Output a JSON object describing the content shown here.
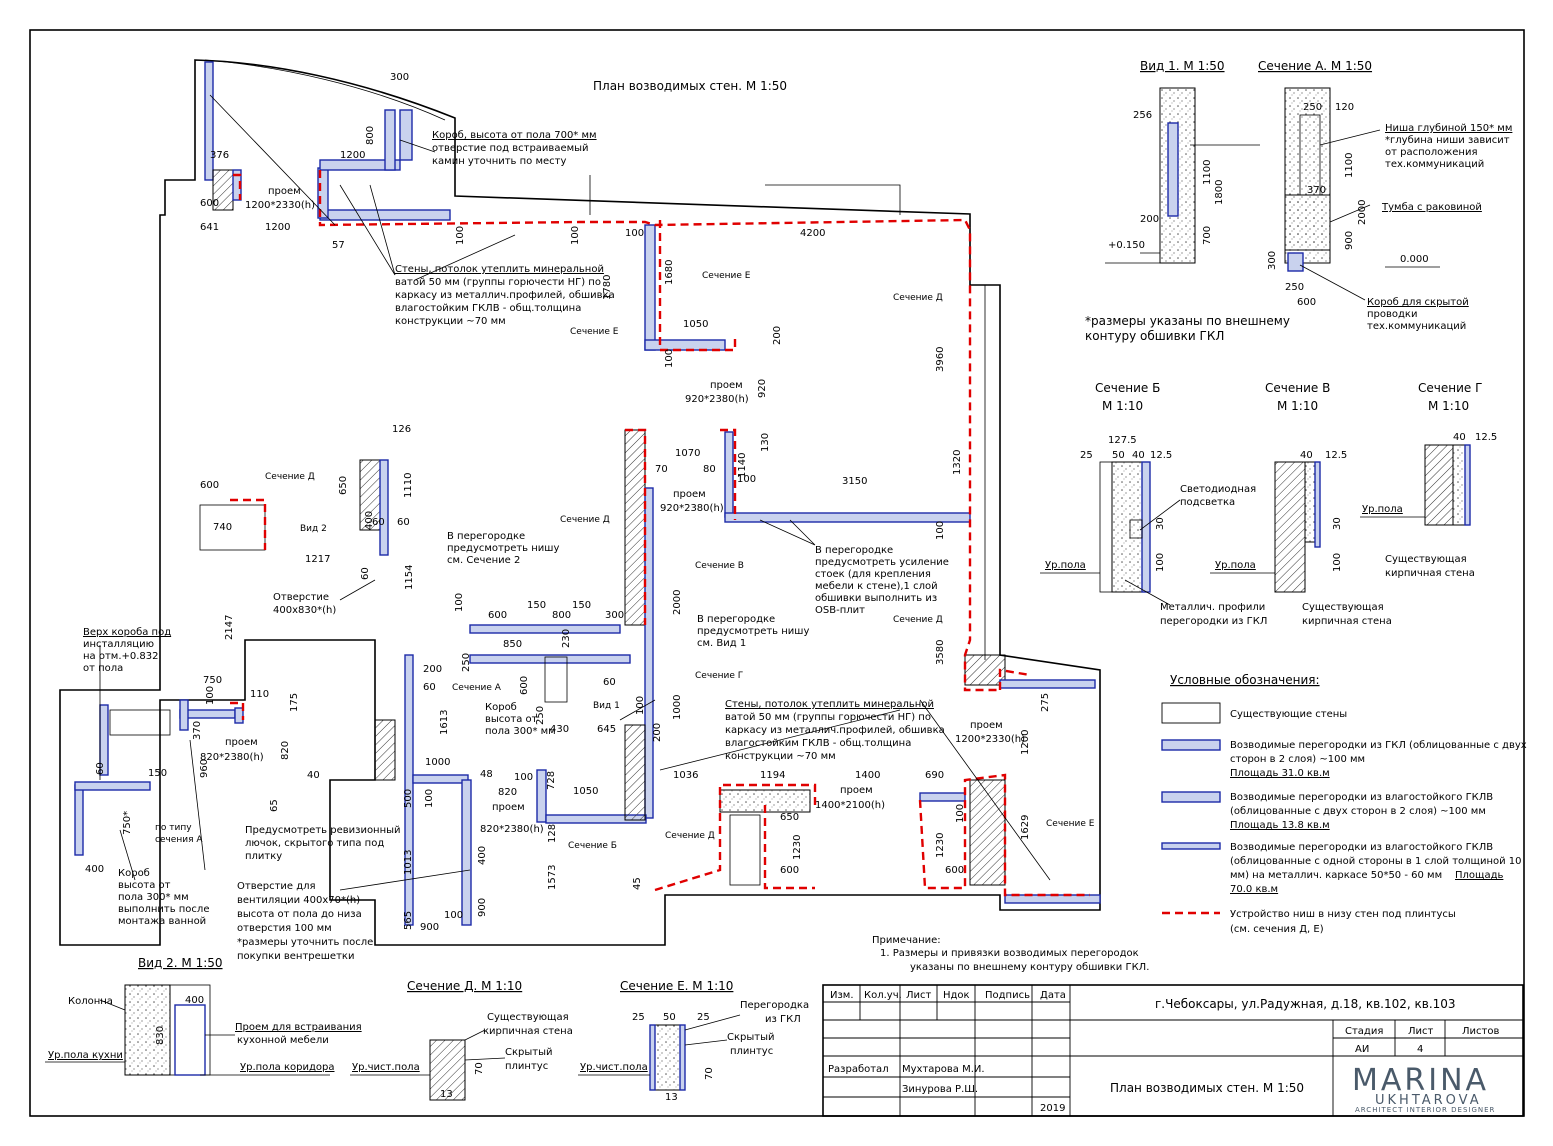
{
  "plan": {
    "title": "План возводимых стен. М 1:50",
    "rooms": [
      {
        "label": "проем",
        "size": "1200*2330(h)"
      },
      {
        "label": "проем",
        "size": "920*2380(h)"
      },
      {
        "label": "проем",
        "size": "920*2380(h)"
      },
      {
        "label": "проем",
        "size": "820*2380(h)"
      },
      {
        "label": "проем",
        "size": "820*2380(h)"
      },
      {
        "label": "проем",
        "size": "1400*2100(h)"
      },
      {
        "label": "проем",
        "size": "1200*2330(h)"
      }
    ],
    "notes": {
      "box_700": [
        "Короб, высота от пола 700* мм",
        "отверстие под встраиваемый",
        "камин уточнить по месту"
      ],
      "walls_top": [
        "Стены, потолок утеплить минеральной",
        "ватой 50 мм (группы горючести НГ) по",
        "каркасу из металлич.профилей, обшивка",
        "влагостойким ГКЛВ - общ.толщина",
        "конструкции ~70 мм"
      ],
      "walls_mid": [
        "Стены, потолок утеплить минеральной",
        "ватой 50 мм (группы горючести НГ) по",
        "каркасу из металлич.профилей, обшивка",
        "влагостойким ГКЛВ - общ.толщина",
        "конструкции ~70 мм"
      ],
      "niche2": [
        "В перегородке",
        "предусмотреть нишу",
        "см. Сечение 2"
      ],
      "niche1": [
        "В перегородке",
        "предусмотреть нишу",
        "см. Вид 1"
      ],
      "reinforce": [
        "В перегородке",
        "предусмотреть усиление",
        "стоек (для крепления",
        "мебели к стене),1 слой",
        "обшивки выполнить из",
        "OSB-плит"
      ],
      "hole": [
        "Отверстие",
        "400х830*(h)"
      ],
      "box_top": [
        "Верх короба под",
        "инсталляцию",
        "на отм.+0.832",
        "от пола"
      ],
      "box_300": [
        "Короб",
        "высота от",
        "пола 300* мм"
      ],
      "box_bath": [
        "Короб",
        "высота от",
        "пола 300* мм",
        "выполнить после",
        "монтажа ванной"
      ],
      "revision": [
        "Предусмотреть ревизионный",
        "лючок, скрытого типа под",
        "плитку"
      ],
      "vent": [
        "Отверстие для",
        "вентиляции 400х70*(h)",
        "высота от пола до низа",
        "отверстия 100 мм",
        "*размеры уточнить после",
        "покупки вентрешетки"
      ],
      "type_a": [
        "по типу",
        "сечения А"
      ]
    },
    "section_marks": [
      "Сечение Е",
      "Сечение Е",
      "Сечение Д",
      "Сечение Д",
      "Сечение Д",
      "Сечение Д",
      "Сечение В",
      "Сечение Г",
      "Сечение А",
      "Сечение Б",
      "Сечение Д",
      "Сечение Е",
      "Вид 2",
      "Вид 1"
    ],
    "dims": [
      "300",
      "800",
      "376",
      "1200",
      "600",
      "641",
      "1200",
      "57",
      "100",
      "100",
      "100",
      "4200",
      "1780",
      "1680",
      "1050",
      "200",
      "100",
      "920",
      "3960",
      "1320",
      "126",
      "650",
      "1110",
      "600",
      "740",
      "400",
      "60",
      "60",
      "60",
      "1217",
      "1154",
      "2147",
      "1070",
      "70",
      "80",
      "100",
      "130",
      "1140",
      "3150",
      "100",
      "3580",
      "100",
      "600",
      "150",
      "800",
      "150",
      "300",
      "850",
      "230",
      "200",
      "250",
      "600",
      "60",
      "1613",
      "250",
      "430",
      "645",
      "100",
      "1000",
      "2000",
      "60",
      "200",
      "1036",
      "1194",
      "1400",
      "690",
      "750",
      "100",
      "110",
      "175",
      "370",
      "820",
      "960",
      "60",
      "150",
      "750*",
      "400",
      "65",
      "40",
      "1000",
      "48",
      "500",
      "100",
      "820",
      "100",
      "728",
      "1050",
      "128",
      "1573",
      "1013",
      "565",
      "900",
      "100",
      "900",
      "400",
      "650",
      "1230",
      "600",
      "1230",
      "600",
      "100",
      "1629",
      "1200",
      "275",
      "45"
    ]
  },
  "view1": {
    "title": "Вид 1. М 1:50",
    "dims": [
      "256",
      "1100",
      "1800",
      "200",
      "700",
      "+0.150"
    ]
  },
  "sectionA": {
    "title": "Сечение А. М 1:50",
    "dims": [
      "250",
      "120",
      "370",
      "1100",
      "2000",
      "900",
      "300",
      "250",
      "600",
      "0.000"
    ],
    "niche_note": [
      "Ниша глубиной 150* мм",
      "*глубина ниши зависит",
      "от расположения",
      "тех.коммуникаций"
    ],
    "sink": "Тумба с раковиной",
    "hidden_box": [
      "Короб для скрытой",
      "проводки",
      "тех.коммуникаций"
    ]
  },
  "outer_note": [
    "*размеры указаны по внешнему",
    "контуру обшивки ГКЛ"
  ],
  "sectionB": {
    "title": "Сечение Б",
    "scale": "М 1:10",
    "dims": [
      "127.5",
      "25",
      "50",
      "40",
      "12.5",
      "30",
      "100"
    ],
    "led": [
      "Светодиодная",
      "подсветка"
    ],
    "floor": "Ур.пола",
    "profile": [
      "Металлич. профили",
      "перегородки из ГКЛ"
    ]
  },
  "sectionV": {
    "title": "Сечение В",
    "scale": "М 1:10",
    "dims": [
      "40",
      "12.5",
      "30",
      "100"
    ],
    "floor": "Ур.пола",
    "wall": [
      "Существующая",
      "кирпичная стена"
    ]
  },
  "sectionG": {
    "title": "Сечение Г",
    "scale": "М 1:10",
    "dims": [
      "40",
      "12.5"
    ],
    "floor": "Ур.пола",
    "wall": [
      "Существующая",
      "кирпичная стена"
    ]
  },
  "legend": {
    "title": "Условные обозначения:",
    "items": [
      {
        "text": [
          "Существующие стены"
        ]
      },
      {
        "text": [
          "Возводимые перегородки из ГКЛ (облицованные с двух",
          "сторон в 2 слоя) ~100 мм"
        ],
        "area": "Площадь 31.0 кв.м"
      },
      {
        "text": [
          "Возводимые перегородки из влагостойкого ГКЛВ",
          "(облицованные с двух сторон в 2 слоя) ~100 мм"
        ],
        "area": "Площадь 13.8 кв.м"
      },
      {
        "text": [
          "Возводимые перегородки из влагостойкого ГКЛВ",
          "(облицованные с одной стороны в 1 слой толщиной 10",
          "мм) на металлич. каркасе 50*50  - 60 мм"
        ],
        "area": "Площадь",
        "area2": "70.0 кв.м"
      },
      {
        "text": [
          "Устройство ниш в низу стен под плинтусы",
          "(см. сечения Д, Е)"
        ]
      }
    ]
  },
  "view2": {
    "title": "Вид 2. М 1:50",
    "column": "Колонна",
    "kitchen_floor": "Ур.пола кухни",
    "corridor_floor": "Ур.пола коридора",
    "opening": [
      "Проем для встраивания",
      "кухонной мебели"
    ],
    "dims": [
      "400",
      "830"
    ]
  },
  "sectionD": {
    "title": "Сечение Д. М 1:10",
    "wall": [
      "Существующая",
      "кирпичная стена"
    ],
    "plinth": [
      "Скрытый",
      "плинтус"
    ],
    "floor": "Ур.чист.пола",
    "dims": [
      "70",
      "13"
    ]
  },
  "sectionE": {
    "title": "Сечение Е. М 1:10",
    "partition": [
      "Перегородка",
      "из ГКЛ"
    ],
    "plinth": [
      "Скрытый",
      "плинтус"
    ],
    "floor": "Ур.чист.пола",
    "dims": [
      "25",
      "50",
      "25",
      "70",
      "13"
    ]
  },
  "primechanie": {
    "title": "Примечание:",
    "items": [
      "1.    Размеры и привязки возводимых перегородок",
      "указаны по внешнему контуру обшивки ГКЛ."
    ]
  },
  "stamp": {
    "headers": [
      "Изм.",
      "Кол.уч.",
      "Лист",
      "Ндок",
      "Подпись",
      "Дата"
    ],
    "address": "г.Чебоксары, ул.Радужная, д.18, кв.102, кв.103",
    "stage_headers": [
      "Стадия",
      "Лист",
      "Листов"
    ],
    "stage_values": [
      "АИ",
      "4",
      ""
    ],
    "role": "Разработал",
    "names": [
      "Мухтарова М.И.",
      "Зинурова Р.Ш."
    ],
    "year": "2019",
    "sheet_title": "План возводимых стен. М 1:50",
    "logo_main": "MARINA",
    "logo_sub": "UKHTAROVA",
    "logo_tag": "ARCHITECT   INTERIOR DESIGNER"
  }
}
